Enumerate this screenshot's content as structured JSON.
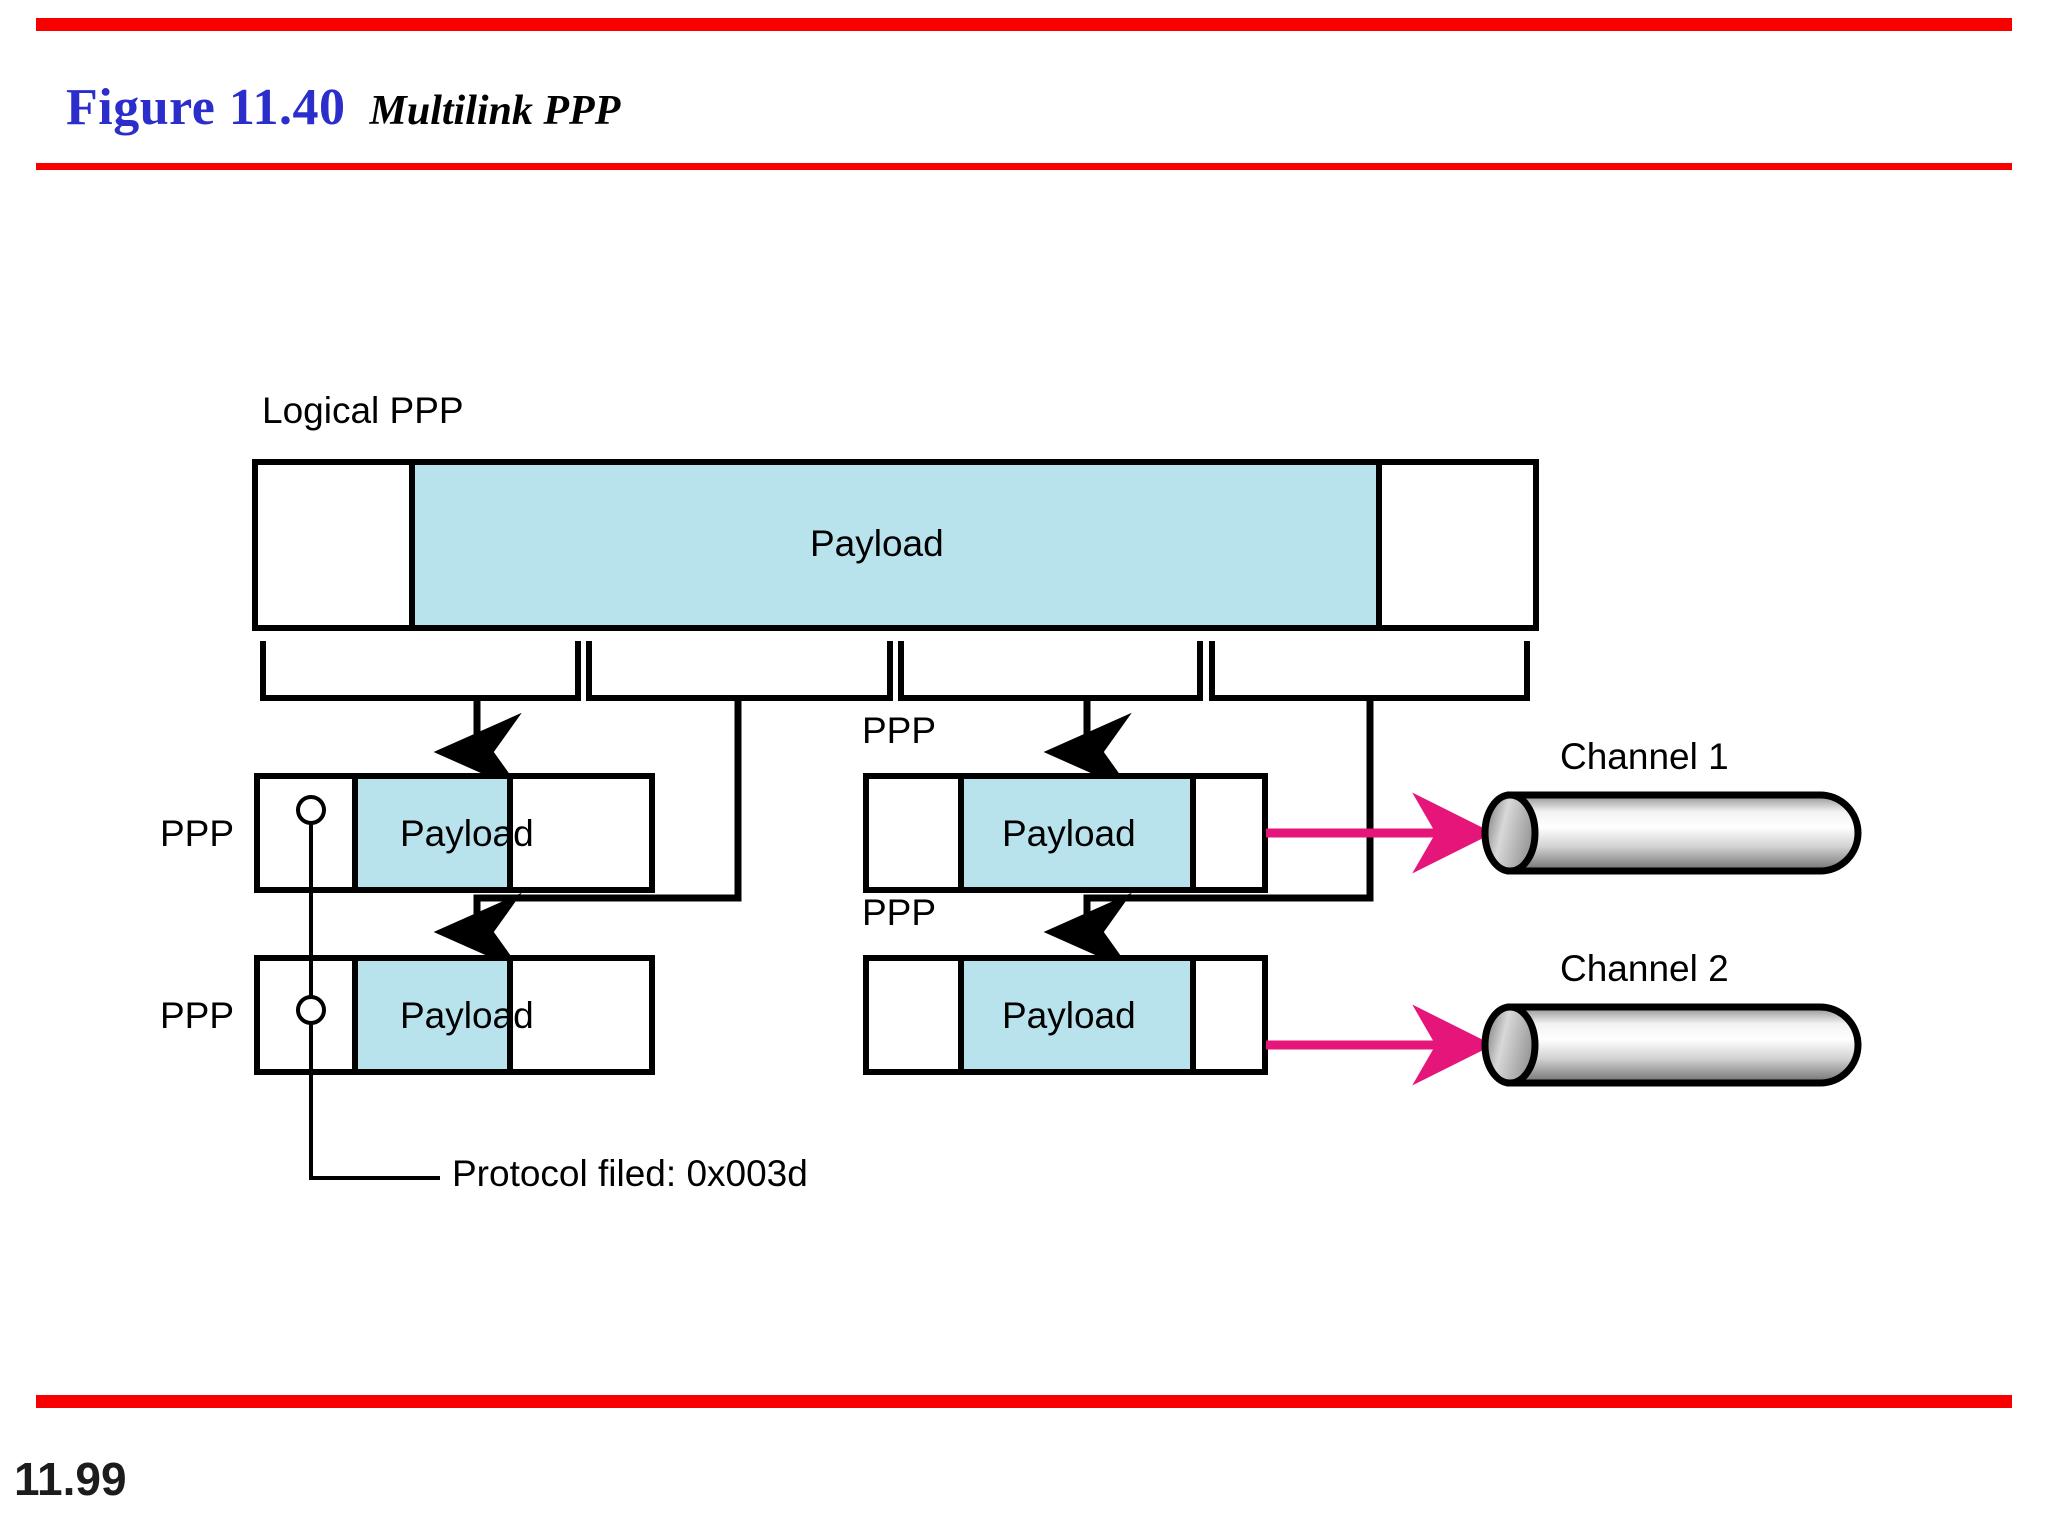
{
  "slide": {
    "figure_label": "Figure 11.40",
    "figure_title": "Multilink PPP",
    "page_number": "11.99",
    "rule_color": "#f80000",
    "label_color": "#2b2ecb"
  },
  "diagram": {
    "payload_fill": "#b8e2ec",
    "stroke_color": "#000000",
    "arrow_color": "#e6157a",
    "logical_label": "Logical PPP",
    "logical_frame": {
      "header_label": "",
      "payload_label": "Payload",
      "trailer_label": ""
    },
    "frames": [
      {
        "id": "ppp-frame-1",
        "side_label": "PPP",
        "payload_label": "Payload",
        "has_protocol_marker": true
      },
      {
        "id": "ppp-frame-2",
        "side_label": "PPP",
        "payload_label": "Payload",
        "has_protocol_marker": true
      },
      {
        "id": "ppp-frame-3",
        "top_label": "PPP",
        "payload_label": "Payload",
        "has_protocol_marker": false
      },
      {
        "id": "ppp-frame-4",
        "top_label": "PPP",
        "payload_label": "Payload",
        "has_protocol_marker": false
      }
    ],
    "protocol_note": "Protocol filed: 0x003d",
    "channels": [
      {
        "id": "channel-1",
        "label": "Channel 1"
      },
      {
        "id": "channel-2",
        "label": "Channel 2"
      }
    ]
  }
}
